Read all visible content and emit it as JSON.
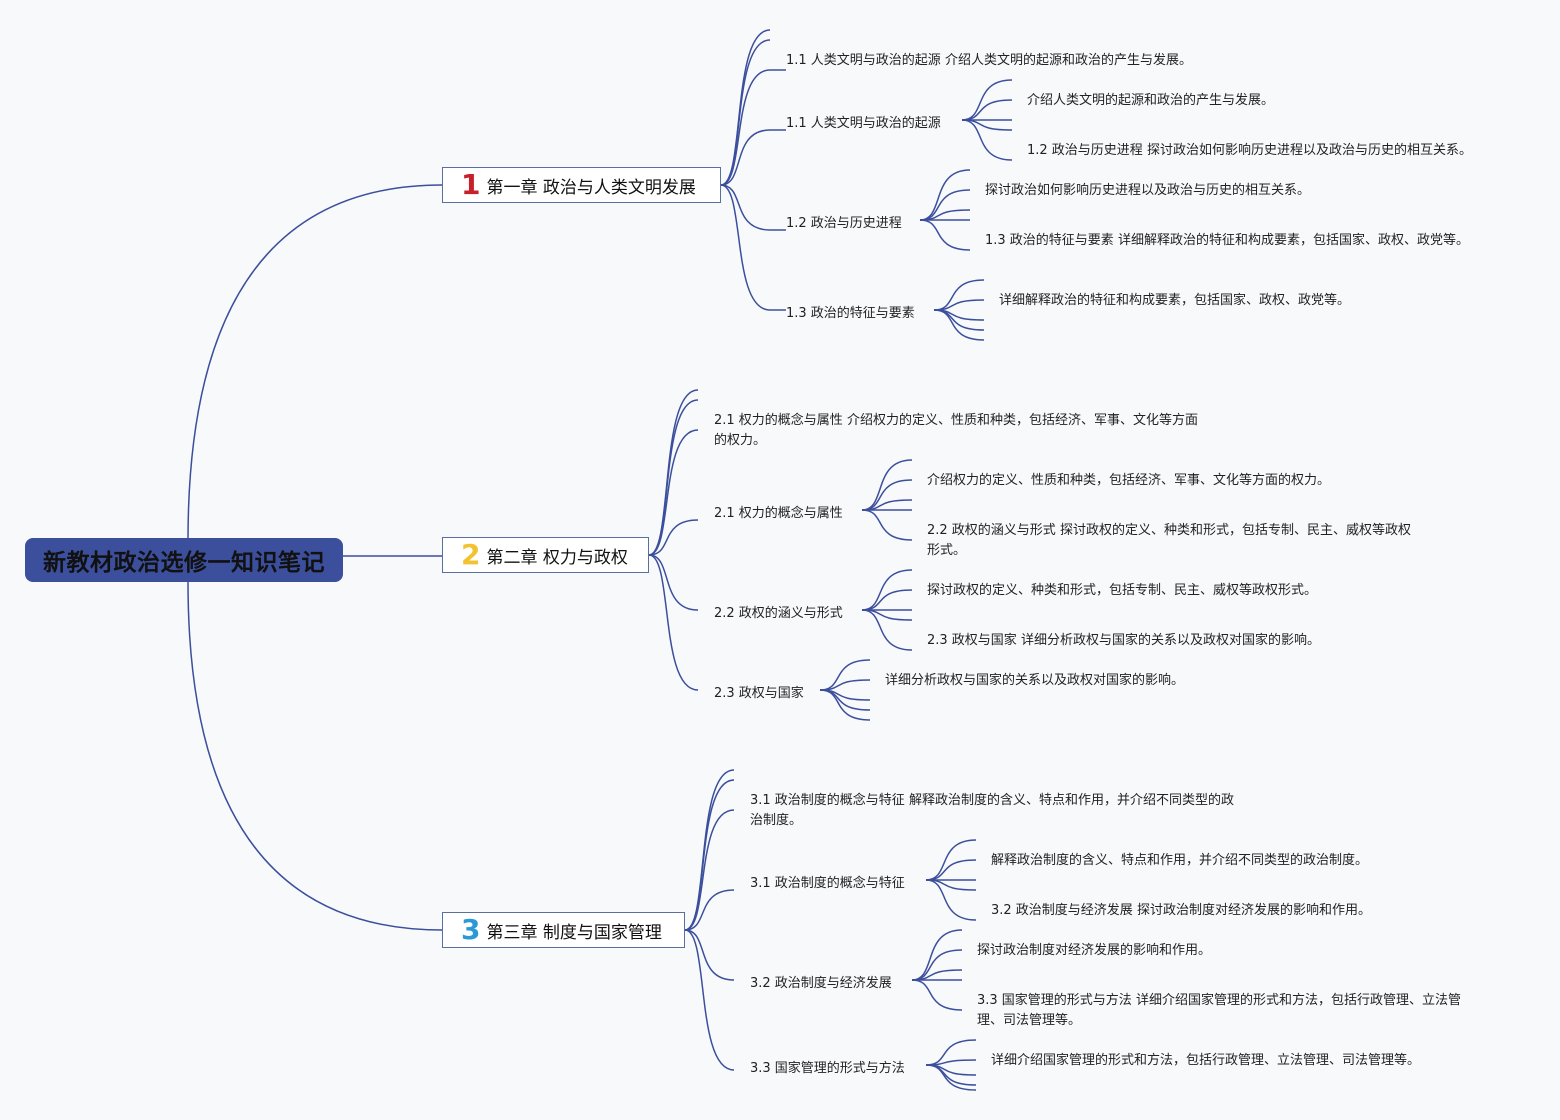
{
  "root": {
    "title": "新教材政治选修一知识笔记"
  },
  "chapters": [
    {
      "num": "1",
      "num_color": "#c8202a",
      "title": "第一章 政治与人类文明发展",
      "items": [
        "1.1 人类文明与政治的起源 介绍人类文明的起源和政治的产生与发展。",
        "1.1 人类文明与政治的起源",
        "介绍人类文明的起源和政治的产生与发展。",
        "1.2 政治与历史进程 探讨政治如何影响历史进程以及政治与历史的相互关系。",
        "1.2 政治与历史进程",
        "探讨政治如何影响历史进程以及政治与历史的相互关系。",
        "1.3 政治的特征与要素 详细解释政治的特征和构成要素，包括国家、政权、政党等。",
        "1.3 政治的特征与要素",
        "详细解释政治的特征和构成要素，包括国家、政权、政党等。"
      ]
    },
    {
      "num": "2",
      "num_color": "#f2c230",
      "title": "第二章 权力与政权",
      "items": [
        "2.1 权力的概念与属性 介绍权力的定义、性质和种类，包括经济、军事、文化等方面的权力。",
        "2.1 权力的概念与属性",
        "介绍权力的定义、性质和种类，包括经济、军事、文化等方面的权力。",
        "2.2 政权的涵义与形式 探讨政权的定义、种类和形式，包括专制、民主、威权等政权形式。",
        "2.2 政权的涵义与形式",
        "探讨政权的定义、种类和形式，包括专制、民主、威权等政权形式。",
        "2.3 政权与国家 详细分析政权与国家的关系以及政权对国家的影响。",
        "2.3 政权与国家",
        "详细分析政权与国家的关系以及政权对国家的影响。"
      ]
    },
    {
      "num": "3",
      "num_color": "#2a9ad6",
      "title": "第三章 制度与国家管理",
      "items": [
        "3.1 政治制度的概念与特征 解释政治制度的含义、特点和作用，并介绍不同类型的政治制度。",
        "3.1 政治制度的概念与特征",
        "解释政治制度的含义、特点和作用，并介绍不同类型的政治制度。",
        "3.2 政治制度与经济发展 探讨政治制度对经济发展的影响和作用。",
        "3.2 政治制度与经济发展",
        "探讨政治制度对经济发展的影响和作用。",
        "3.3 国家管理的形式与方法 详细介绍国家管理的形式和方法，包括行政管理、立法管理、司法管理等。",
        "3.3 国家管理的形式与方法",
        "详细介绍国家管理的形式和方法，包括行政管理、立法管理、司法管理等。"
      ]
    }
  ],
  "colors": {
    "line": "#3b4f9c",
    "root_fill": "#3b4f9c",
    "chapter_border": "#5a6fa0"
  }
}
